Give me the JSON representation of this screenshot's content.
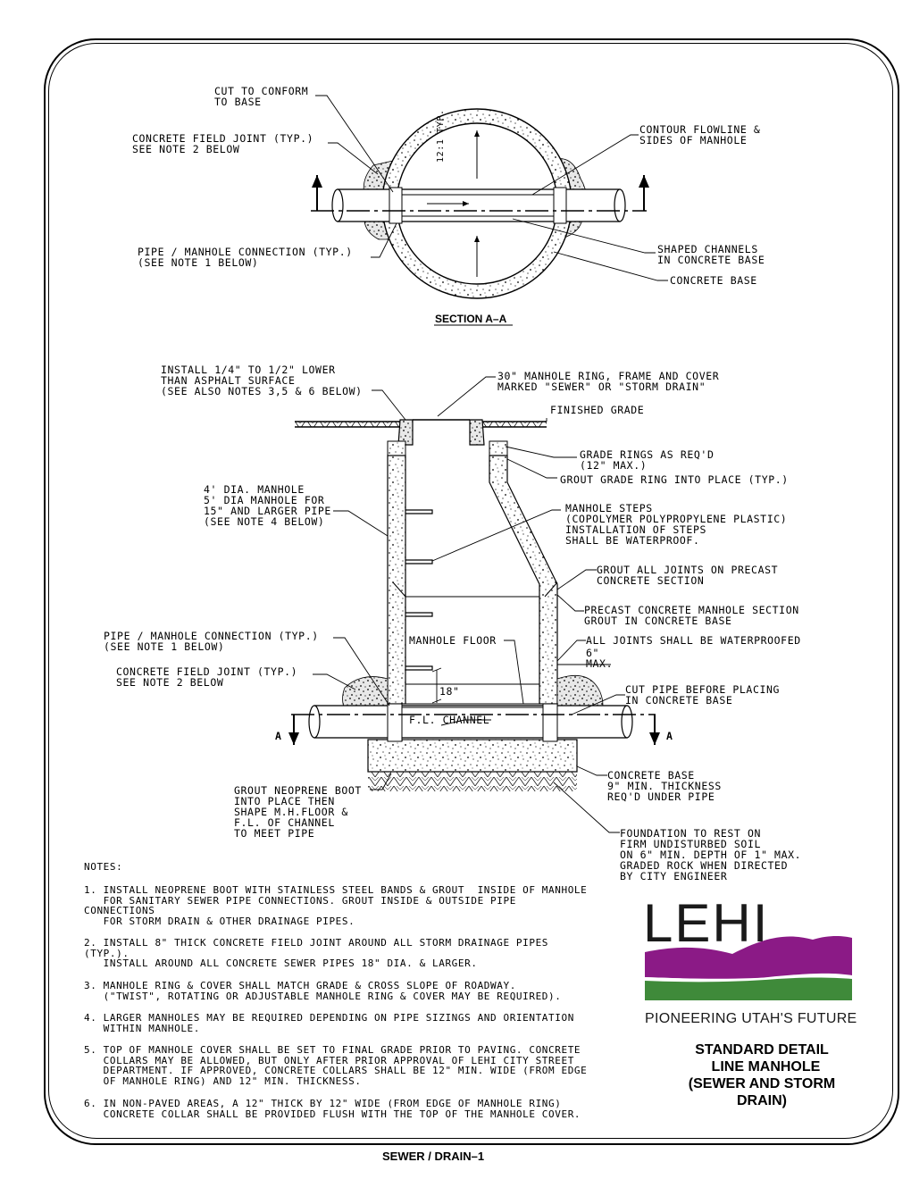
{
  "section_aa": {
    "title": "SECTION A–A",
    "slope_label": "12:1 TYP.",
    "labels": {
      "cut_to_conform": "CUT TO CONFORM\nTO BASE",
      "field_joint": "CONCRETE FIELD JOINT (TYP.)\nSEE NOTE 2 BELOW",
      "pipe_connection": "PIPE / MANHOLE CONNECTION (TYP.)\n(SEE NOTE 1 BELOW)",
      "contour_flowline": "CONTOUR FLOWLINE &\nSIDES OF MANHOLE",
      "shaped_channels": "SHAPED CHANNELS\nIN CONCRETE BASE",
      "concrete_base": "CONCRETE BASE"
    }
  },
  "profile": {
    "labels": {
      "install_lower": "INSTALL 1/4\" TO 1/2\" LOWER\nTHAN ASPHALT SURFACE\n(SEE ALSO NOTES 3,5 & 6 BELOW)",
      "ring_frame_cover": "30\" MANHOLE RING, FRAME AND COVER\nMARKED \"SEWER\" OR \"STORM DRAIN\"",
      "finished_grade": "FINISHED GRADE",
      "grade_rings": "GRADE RINGS AS REQ'D\n(12\" MAX.)",
      "grout_grade_ring": "GROUT GRADE RING INTO PLACE (TYP.)",
      "manhole_dia": "4' DIA. MANHOLE\n5' DIA MANHOLE FOR\n15\" AND LARGER PIPE\n(SEE NOTE 4 BELOW)",
      "manhole_steps": "MANHOLE STEPS\n(COPOLYMER POLYPROPYLENE PLASTIC)\nINSTALLATION OF STEPS\nSHALL BE WATERPROOF.",
      "grout_joints": "GROUT ALL JOINTS ON PRECAST\nCONCRETE SECTION",
      "precast_section": "PRECAST CONCRETE MANHOLE SECTION\nGROUT IN CONCRETE BASE",
      "pipe_connection": "PIPE / MANHOLE CONNECTION (TYP.)\n(SEE NOTE 1 BELOW)",
      "manhole_floor": "MANHOLE FLOOR",
      "joints_waterproofed": "ALL JOINTS SHALL BE WATERPROOFED",
      "six_max": "6\"\nMAX.",
      "field_joint": "CONCRETE FIELD JOINT (TYP.)\nSEE NOTE 2 BELOW",
      "eighteen": "18\"",
      "cut_pipe": "CUT PIPE BEFORE PLACING\nIN CONCRETE BASE",
      "fl_channel": "F.L. CHANNEL",
      "section_mark_left": "A",
      "section_mark_right": "A",
      "concrete_base": "CONCRETE BASE\n9\" MIN. THICKNESS\nREQ'D UNDER PIPE",
      "grout_boot": "GROUT NEOPRENE BOOT\nINTO PLACE THEN\nSHAPE M.H.FLOOR &\nF.L. OF CHANNEL\nTO MEET PIPE",
      "foundation": "FOUNDATION TO REST ON\nFIRM UNDISTURBED SOIL\nON 6\" MIN. DEPTH OF 1\" MAX.\nGRADED ROCK WHEN DIRECTED\nBY CITY ENGINEER"
    }
  },
  "notes": {
    "heading": "NOTES:",
    "items": [
      "1. INSTALL NEOPRENE BOOT WITH STAINLESS STEEL BANDS & GROUT  INSIDE OF MANHOLE\n   FOR SANITARY SEWER PIPE CONNECTIONS. GROUT INSIDE & OUTSIDE PIPE\nCONNECTIONS\n   FOR STORM DRAIN & OTHER DRAINAGE PIPES.",
      "2. INSTALL 8\" THICK CONCRETE FIELD JOINT AROUND ALL STORM DRAINAGE PIPES\n(TYP.).\n   INSTALL AROUND ALL CONCRETE SEWER PIPES 18\" DIA. & LARGER.",
      "3. MANHOLE RING & COVER SHALL MATCH GRADE & CROSS SLOPE OF ROADWAY.\n   (\"TWIST\", ROTATING OR ADJUSTABLE MANHOLE RING & COVER MAY BE REQUIRED).",
      "4. LARGER MANHOLES MAY BE REQUIRED DEPENDING ON PIPE SIZINGS AND ORIENTATION\n   WITHIN MANHOLE.",
      "5. TOP OF MANHOLE COVER SHALL BE SET TO FINAL GRADE PRIOR TO PAVING. CONCRETE\n   COLLARS MAY BE ALLOWED, BUT ONLY AFTER PRIOR APPROVAL OF LEHI CITY STREET\n   DEPARTMENT. IF APPROVED, CONCRETE COLLARS SHALL BE 12\" MIN. WIDE (FROM EDGE\n   OF MANHOLE RING) AND 12\" MIN. THICKNESS.",
      "6. IN NON-PAVED AREAS, A 12\" THICK BY 12\" WIDE (FROM EDGE OF MANHOLE RING)\n   CONCRETE COLLAR SHALL BE PROVIDED FLUSH WITH THE TOP OF THE MANHOLE COVER."
    ]
  },
  "logo": {
    "word": "LEHI",
    "tagline": "PIONEERING UTAH'S FUTURE",
    "colors": {
      "purple": "#8b1a86",
      "green": "#3f8a3a"
    }
  },
  "title_block": {
    "text": "STANDARD DETAIL\n  LINE MANHOLE\n(SEWER AND STORM\nDRAIN)"
  },
  "sheet_id": "SEWER / DRAIN–1"
}
